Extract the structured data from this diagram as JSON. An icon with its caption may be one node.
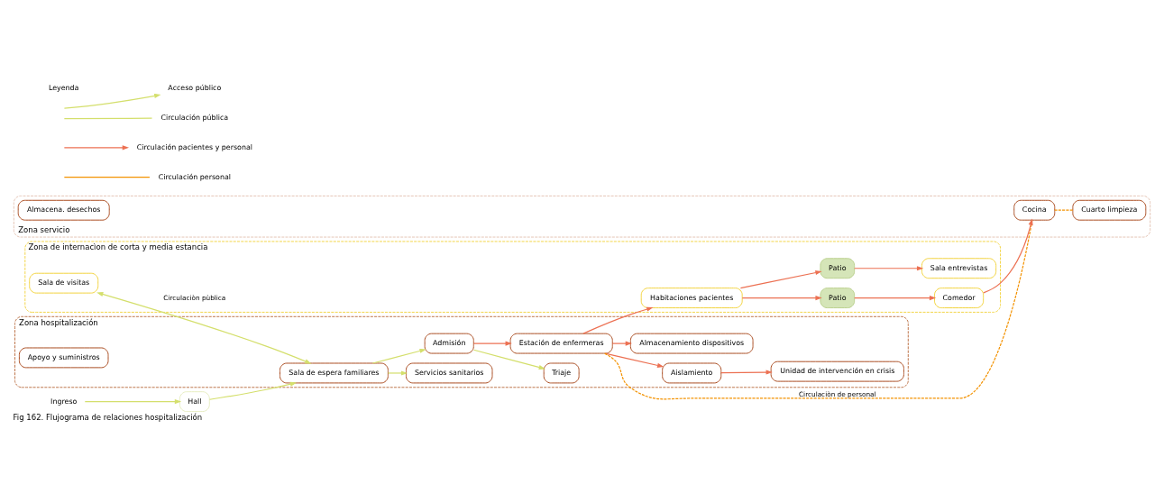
{
  "diagram": {
    "caption": "Fig 162. Flujograma de relaciones hospitalización",
    "nodes": [
      {
        "text": [
          "Zona hospitalización"
        ]
      },
      {
        "text": [
          "Zona de internacìon de corta y media estancia"
        ]
      },
      {
        "text": [
          "Zona servicio"
        ]
      },
      {
        "text": [
          "Ingreso"
        ]
      },
      {
        "text": [
          "Hall"
        ]
      },
      {
        "text": [
          "Sala de espera familiares"
        ],
        "in": 0
      },
      {
        "text": [
          "Servicios sanitarios"
        ],
        "in": 0
      },
      {
        "text": [
          "Admisión"
        ],
        "in": 0
      },
      {
        "text": [
          "Triaje"
        ],
        "in": 0
      },
      {
        "text": [
          "Estación de enfermeras"
        ],
        "in": 0
      },
      {
        "text": [
          "Aislamiento"
        ],
        "in": 0
      },
      {
        "text": [
          "Unidad de intervención en crisis"
        ],
        "in": 0
      },
      {
        "text": [
          "Almacenamiento dispositivos"
        ],
        "in": 0
      },
      {
        "text": [
          "Apoyo y suministros"
        ],
        "in": 0
      },
      {
        "text": [
          "Habitaciones pacientes"
        ],
        "in": 1
      },
      {
        "text": [
          "Patio"
        ],
        "in": 1
      },
      {
        "text": [
          "Comedor"
        ],
        "in": 1
      },
      {
        "text": [
          "Patio"
        ],
        "in": 1
      },
      {
        "text": [
          "Sala entrevistas"
        ],
        "in": 1
      },
      {
        "text": [
          "Sala de visitas"
        ],
        "in": 1
      },
      {
        "text": [
          "Cocina"
        ],
        "in": 2
      },
      {
        "text": [
          "Cuarto limpieza"
        ],
        "in": 2
      },
      {
        "text": [
          "Almacena. desechos"
        ],
        "in": 2
      }
    ],
    "edges": [
      {
        "from": 3,
        "to": 4,
        "arrow": "to",
        "color": "#d4df6c"
      },
      {
        "from": 4,
        "to": 5,
        "arrow": "to",
        "color": "#d4df6c"
      },
      {
        "from": 5,
        "to": 6,
        "arrow": "to",
        "color": "#d4df6c"
      },
      {
        "from": 5,
        "to": 7,
        "arrow": "to",
        "color": "#d4df6c"
      },
      {
        "from": 7,
        "to": 8,
        "arrow": "to",
        "color": "#d4df6c"
      },
      {
        "from": 7,
        "to": 9,
        "arrow": "to"
      },
      {
        "from": 9,
        "to": 10,
        "arrow": "to"
      },
      {
        "from": 10,
        "to": 11,
        "arrow": "to"
      },
      {
        "from": 9,
        "to": 12,
        "arrow": "to"
      },
      {
        "from": 9,
        "to": 14,
        "arrow": "to"
      },
      {
        "from": 14,
        "to": 15,
        "arrow": "to"
      },
      {
        "from": 15,
        "to": 16,
        "arrow": "to"
      },
      {
        "from": 16,
        "to": 20,
        "arrow": "to"
      },
      {
        "from": 14,
        "to": 17,
        "arrow": "to"
      },
      {
        "from": 17,
        "to": 18,
        "arrow": "to"
      },
      {
        "from": 5,
        "to": 19,
        "arrow": "both",
        "label": "Circulaciòn pùblica",
        "color": "#d4df6c"
      },
      {
        "from": 9,
        "to": 20,
        "arrow": "none",
        "label": "Circulaciòn de personal",
        "style": "dashed",
        "color": "#f39200"
      },
      {
        "from": 20,
        "to": 21,
        "arrow": "none",
        "style": "dashed",
        "color": "#f39200"
      }
    ],
    "labels": [
      "Leyenda"
    ],
    "legend": [
      {
        "text": "Acceso público"
      },
      {
        "text": "Circulación pública"
      },
      {
        "text": "Circulación pacientes y personal"
      },
      {
        "text": "Circulación personal"
      }
    ]
  }
}
